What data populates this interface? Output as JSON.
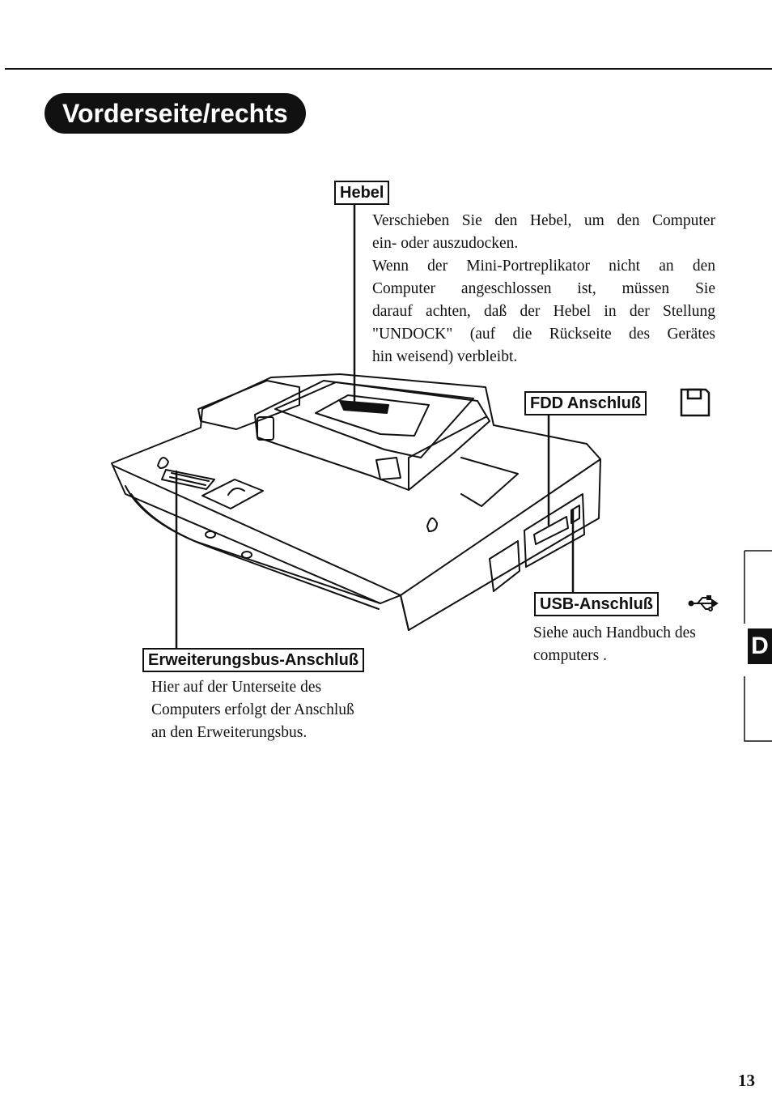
{
  "section_title": "Vorderseite/rechts",
  "callouts": {
    "hebel": {
      "label": "Hebel",
      "lines": [
        "Verschieben Sie den Hebel, um den Computer",
        "ein- oder auszudocken.",
        "Wenn der Mini-Portreplikator nicht an den",
        "Computer angeschlossen ist, müssen Sie",
        "darauf achten, daß der Hebel in der Stellung",
        "\"UNDOCK\" (auf die Rückseite des Gerätes",
        "hin weisend) verbleibt."
      ]
    },
    "fdd": {
      "label": "FDD Anschluß",
      "icon": "floppy-disk-icon"
    },
    "usb": {
      "label": "USB-Anschluß",
      "icon": "usb-icon",
      "lines": [
        "Siehe auch Handbuch des",
        "computers ."
      ]
    },
    "erweiterung": {
      "label": "Erweiterungsbus-Anschluß",
      "lines": [
        "Hier auf der Unterseite des",
        "Computers erfolgt der Anschluß",
        "an den Erweiterungsbus."
      ]
    }
  },
  "side_tab": {
    "letter": "D"
  },
  "page_number": "13"
}
